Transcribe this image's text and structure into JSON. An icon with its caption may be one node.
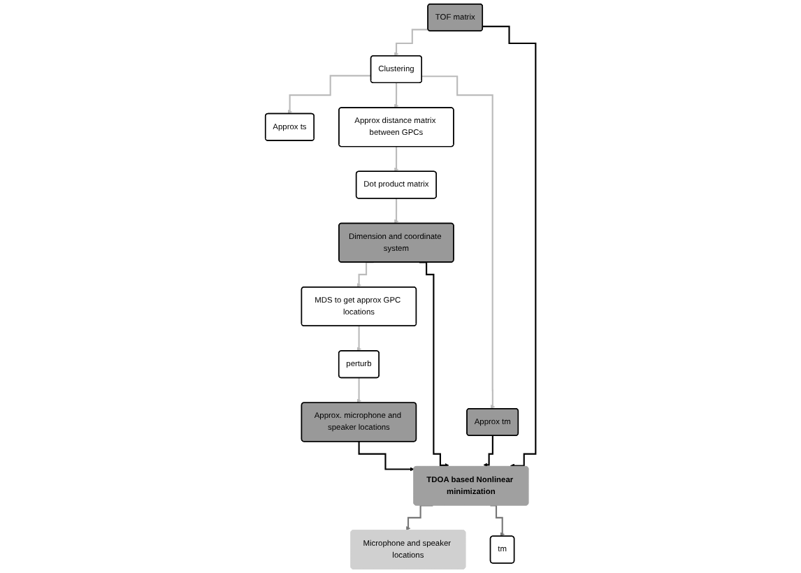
{
  "diagram": {
    "nodes": [
      {
        "text": [
          "TOF matrix"
        ]
      },
      {
        "text": [
          "Clustering"
        ]
      },
      {
        "text": [
          "Approx ts"
        ]
      },
      {
        "text": [
          "Approx distance matrix between GPCs"
        ]
      },
      {
        "text": [
          "Dot product matrix"
        ]
      },
      {
        "text": [
          "Approx tm"
        ]
      },
      {
        "text": [
          "Dimension and coordinate system"
        ]
      },
      {
        "text": [
          "TDOA based Nonlinear minimization"
        ]
      },
      {
        "text": [
          "MDS to get approx GPC locations"
        ]
      },
      {
        "text": [
          "perturb"
        ]
      },
      {
        "text": [
          "Microphone and speaker locations"
        ]
      },
      {
        "text": [
          "tm"
        ]
      },
      {
        "text": [
          "Approx. microphone and speaker locations"
        ]
      }
    ],
    "edges": [
      {
        "from": 0,
        "to": 1,
        "arrow": "to"
      },
      {
        "from": 1,
        "to": 2,
        "arrow": "to"
      },
      {
        "from": 1,
        "to": 3,
        "arrow": "to"
      },
      {
        "from": 1,
        "to": 5,
        "arrow": "to"
      },
      {
        "from": 3,
        "to": 4,
        "arrow": "to"
      },
      {
        "from": 4,
        "to": 6,
        "arrow": "to"
      },
      {
        "from": 6,
        "to": 8,
        "arrow": "to"
      },
      {
        "from": 8,
        "to": 9,
        "arrow": "to"
      },
      {
        "from": 9,
        "to": 12,
        "arrow": "to"
      },
      {
        "from": 0,
        "to": 7,
        "arrow": "to",
        "color": "#000000"
      },
      {
        "from": 5,
        "to": 7,
        "arrow": "to",
        "color": "#000000"
      },
      {
        "from": 6,
        "to": 7,
        "arrow": "to",
        "color": "#000000"
      },
      {
        "from": 12,
        "to": 7,
        "arrow": "to",
        "color": "#000000"
      },
      {
        "from": 7,
        "to": 10,
        "arrow": "to",
        "color": "#777777"
      },
      {
        "from": 7,
        "to": 11,
        "arrow": "to",
        "color": "#777777"
      }
    ]
  }
}
